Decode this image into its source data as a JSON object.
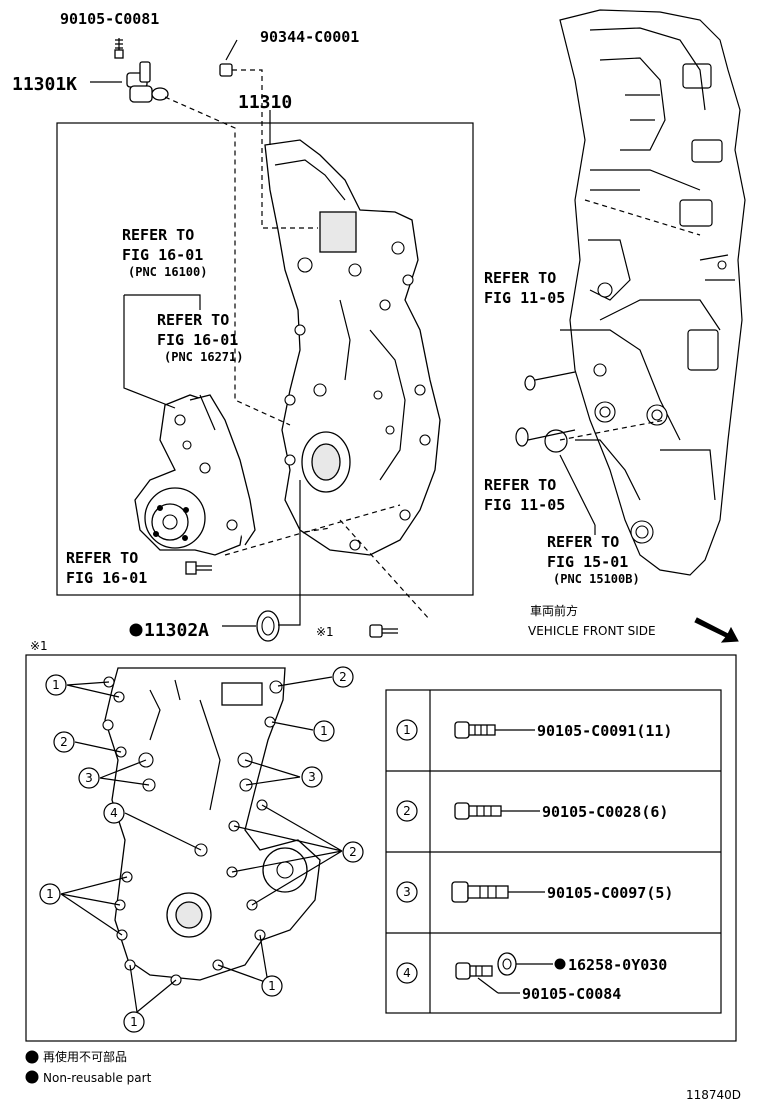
{
  "labels": {
    "p_90105_C0081": "90105-C0081",
    "p_90344_C0001": "90344-C0001",
    "p_11301K": "11301K",
    "p_11310": "11310",
    "p_11302A": "11302A",
    "ref_16_01_a_l1": "REFER TO",
    "ref_16_01_a_l2": "FIG 16-01",
    "ref_16_01_a_pnc": "(PNC 16100)",
    "ref_16_01_b_l1": "REFER TO",
    "ref_16_01_b_l2": "FIG 16-01",
    "ref_16_01_b_pnc": "(PNC 16271)",
    "ref_11_05_a_l1": "REFER TO",
    "ref_11_05_a_l2": "FIG 11-05",
    "ref_11_05_b_l1": "REFER TO",
    "ref_11_05_b_l2": "FIG 11-05",
    "ref_15_01_l1": "REFER TO",
    "ref_15_01_l2": "FIG 15-01",
    "ref_15_01_pnc": "(PNC 15100B)",
    "ref_16_01_c_l1": "REFER TO",
    "ref_16_01_c_l2": "FIG 16-01",
    "note_mark_1": "※1",
    "note_mark_1b": "※1",
    "front_jp": "車両前方",
    "front_en": "VEHICLE FRONT SIDE",
    "legend_jp": "再使用不可部品",
    "legend_en": "Non-reusable part",
    "figure_id": "118740D"
  },
  "bolt_table": [
    {
      "key": "1",
      "part": "90105-C0091(11)"
    },
    {
      "key": "2",
      "part": "90105-C0028(6)"
    },
    {
      "key": "3",
      "part": "90105-C0097(5)"
    },
    {
      "key": "4",
      "part": "16258-0Y030",
      "part2": "90105-C0084"
    }
  ],
  "callouts": [
    "1",
    "2",
    "1",
    "2",
    "3",
    "3",
    "4",
    "2",
    "1",
    "1",
    "1"
  ]
}
